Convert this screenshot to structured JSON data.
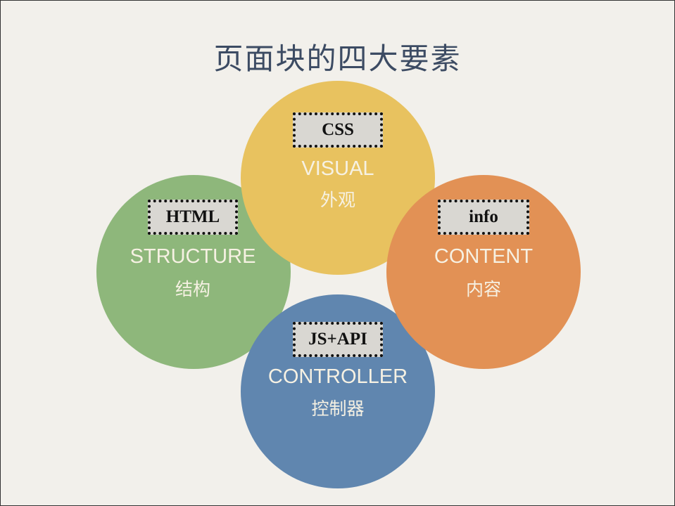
{
  "title": "页面块的四大要素",
  "elements": [
    {
      "tag": "CSS",
      "label": "VISUAL",
      "sublabel": "外观",
      "color": "#e8c25f"
    },
    {
      "tag": "HTML",
      "label": "STRUCTURE",
      "sublabel": "结构",
      "color": "#8eb77b"
    },
    {
      "tag": "info",
      "label": "CONTENT",
      "sublabel": "内容",
      "color": "#e29155"
    },
    {
      "tag": "JS+API",
      "label": "CONTROLLER",
      "sublabel": "控制器",
      "color": "#6086af"
    }
  ]
}
